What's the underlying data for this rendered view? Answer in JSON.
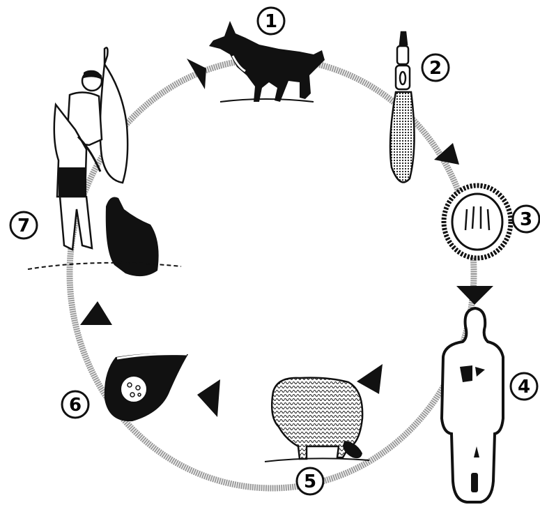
{
  "diagram": {
    "stages": [
      {
        "number": "1",
        "icon": "dog-icon"
      },
      {
        "number": "2",
        "icon": "tapeworm-icon"
      },
      {
        "number": "3",
        "icon": "egg-icon"
      },
      {
        "number": "4",
        "icon": "human-icon"
      },
      {
        "number": "5",
        "icon": "sheep-icon"
      },
      {
        "number": "6",
        "icon": "liver-cyst-icon"
      },
      {
        "number": "7",
        "icon": "butcher-feeding-dog-icon"
      }
    ],
    "cycle_direction": "clockwise",
    "colors": {
      "ink": "#111111",
      "cycle_ring": "#9a9a9a",
      "background": "#ffffff"
    }
  }
}
